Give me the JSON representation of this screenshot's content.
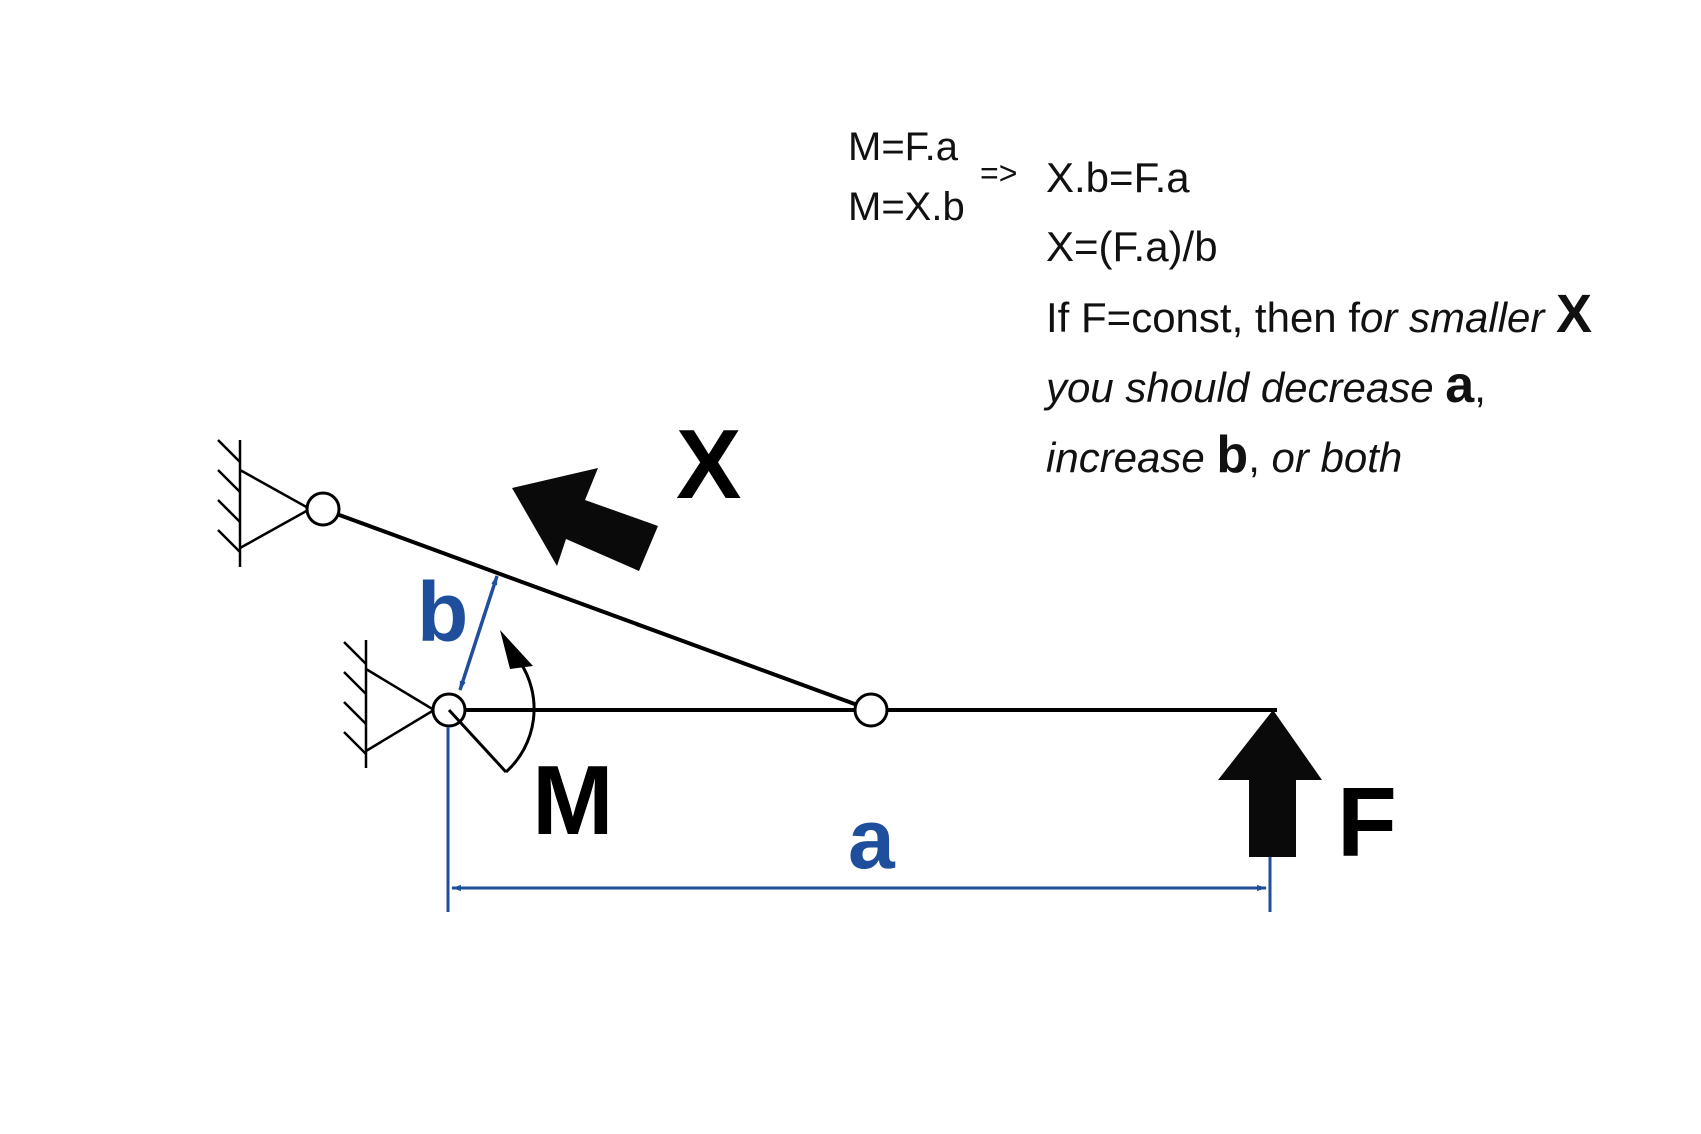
{
  "colors": {
    "ink": "#000000",
    "dimension_blue": "#1f4e9c",
    "background": "#ffffff"
  },
  "labels": {
    "force_x": "X",
    "force_f": "F",
    "moment_m": "M",
    "dim_a": "a",
    "dim_b": "b"
  },
  "equations": {
    "eq1": "M=F.a",
    "eq2": "M=X.b",
    "implies": "=>",
    "eq3": "X.b=F.a",
    "eq4": "X=(F.a)/b",
    "line5_prefix": "If F=const, then f",
    "line5_italic": "or smaller ",
    "line5_x": "X",
    "line6_italic": "you should decrease ",
    "line6_a": "a",
    "line6_comma": ",",
    "line7_italic1": "increase ",
    "line7_b": "b",
    "line7_rest": ", ",
    "line7_italic2": "or both"
  }
}
